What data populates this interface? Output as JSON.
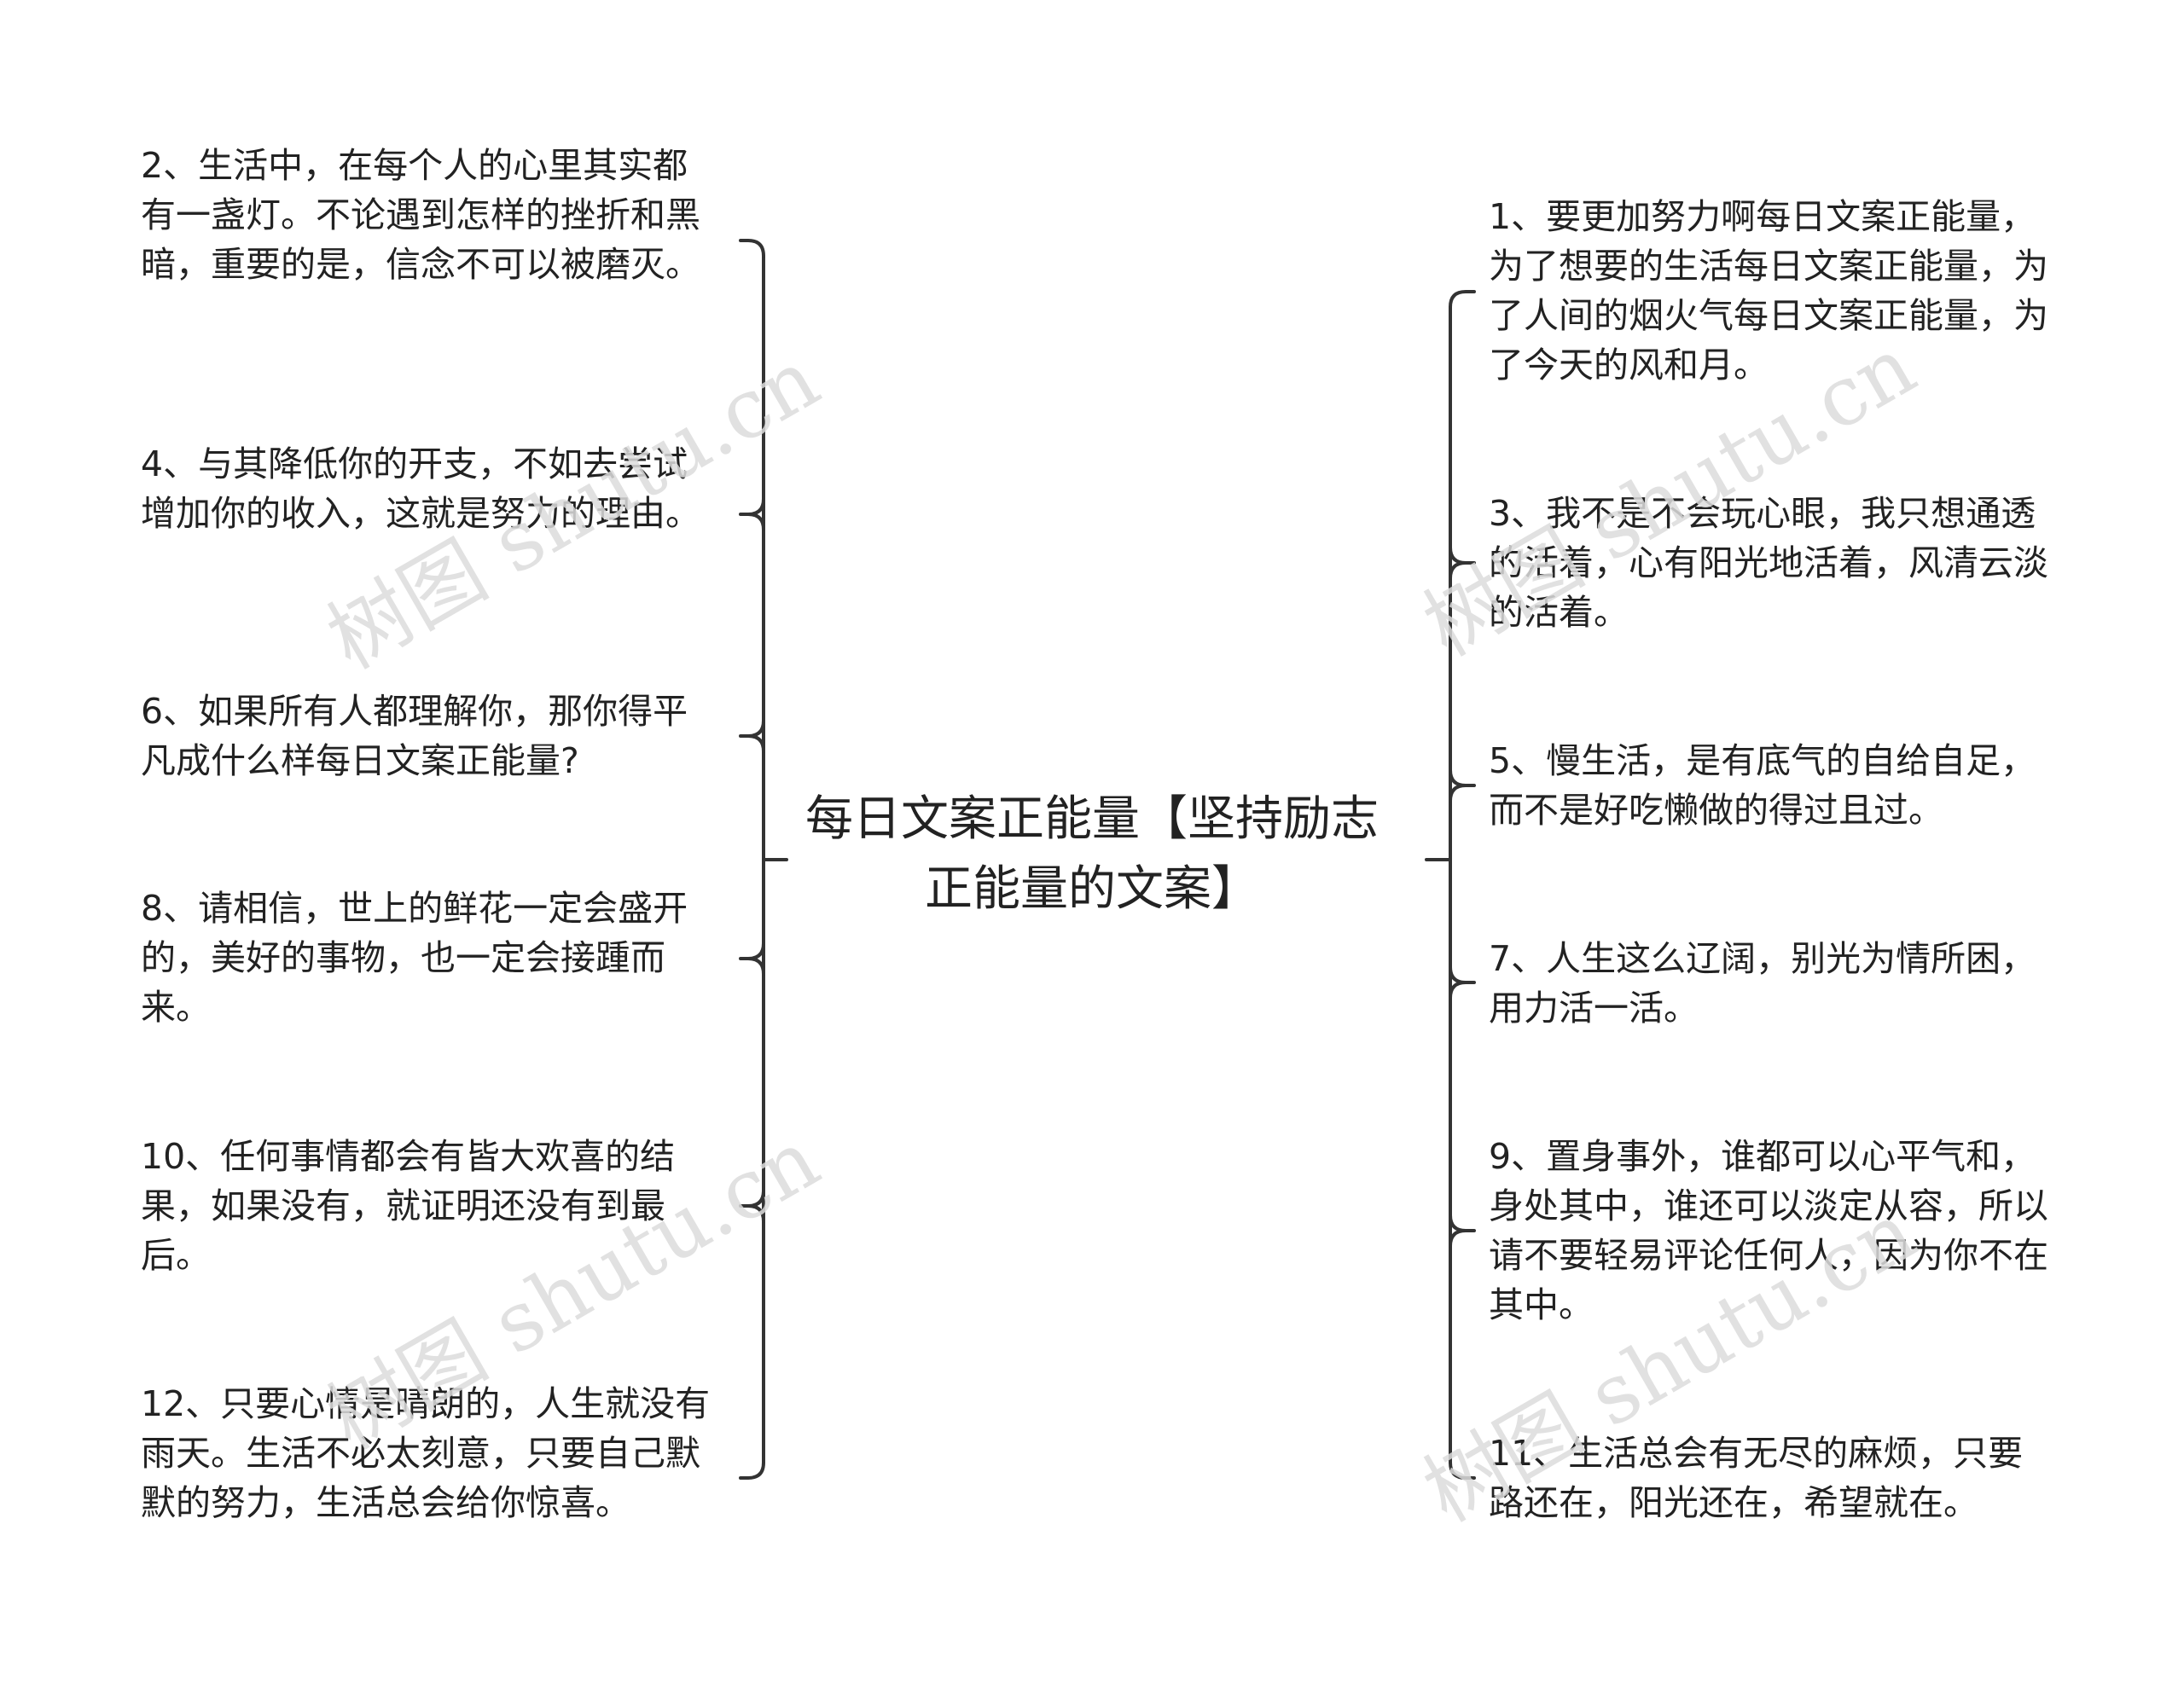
{
  "center": {
    "title": "每日文案正能量【坚持励志正能量的文案】"
  },
  "left_nodes": [
    {
      "text": "2、生活中，在每个人的心里其实都有一盏灯。不论遇到怎样的挫折和黑暗，重要的是，信念不可以被磨灭。"
    },
    {
      "text": "4、与其降低你的开支，不如去尝试增加你的收入，这就是努力的理由。"
    },
    {
      "text": "6、如果所有人都理解你，那你得平凡成什么样每日文案正能量?"
    },
    {
      "text": "8、请相信，世上的鲜花一定会盛开的，美好的事物，也一定会接踵而来。"
    },
    {
      "text": "10、任何事情都会有皆大欢喜的结果，如果没有，就证明还没有到最后。"
    },
    {
      "text": "12、只要心情是晴朗的，人生就没有雨天。生活不必太刻意，只要自己默默的努力，生活总会给你惊喜。"
    }
  ],
  "right_nodes": [
    {
      "text": "1、要更加努力啊每日文案正能量，为了想要的生活每日文案正能量，为了人间的烟火气每日文案正能量，为了今天的风和月。"
    },
    {
      "text": "3、我不是不会玩心眼，我只想通透的活着，心有阳光地活着，风清云淡的活着。"
    },
    {
      "text": "5、慢生活，是有底气的自给自足，而不是好吃懒做的得过且过。"
    },
    {
      "text": "7、人生这么辽阔，别光为情所困，用力活一活。"
    },
    {
      "text": "9、置身事外，谁都可以心平气和，身处其中，谁还可以淡定从容，所以请不要轻易评论任何人，因为你不在其中。"
    },
    {
      "text": "11、生活总会有无尽的麻烦，只要路还在，阳光还在，希望就在。"
    }
  ],
  "watermark": {
    "text": "树图 shutu.cn"
  },
  "colors": {
    "line": "#333333",
    "text": "#222222",
    "watermark": "#dcdcdc"
  }
}
